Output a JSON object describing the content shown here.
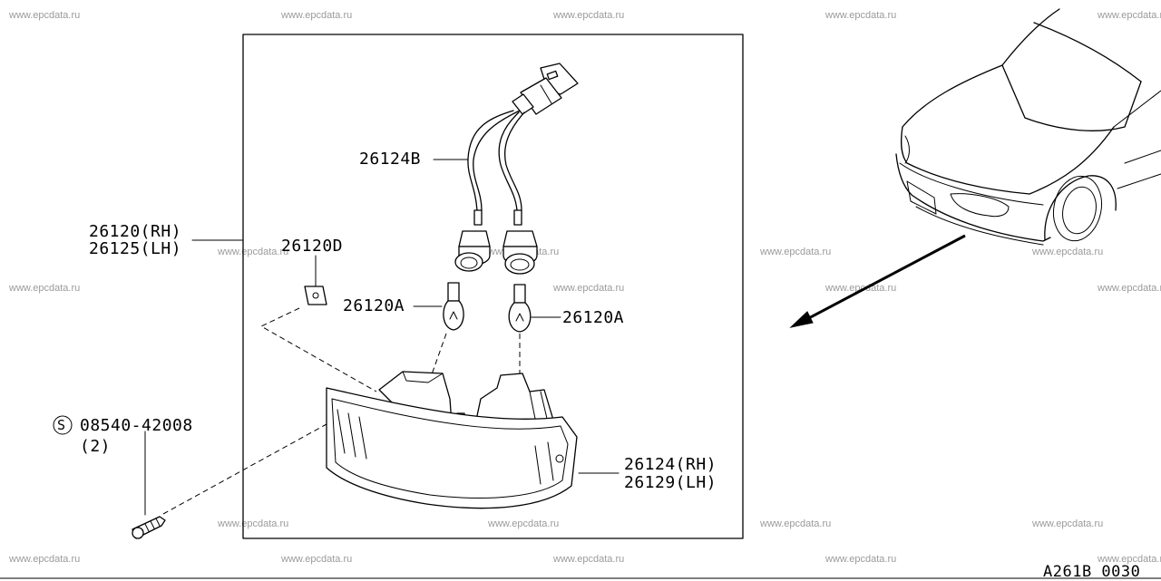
{
  "watermark": "www.epcdata.ru",
  "diagram_code": "A261B 0030",
  "labels": {
    "assembly_rh": "26120(RH)",
    "assembly_lh": "26125(LH)",
    "harness": "26124B",
    "clip": "26120D",
    "bulb_left": "26120A",
    "bulb_right": "26120A",
    "screw_symbol": "S",
    "screw_part": "08540-42008",
    "screw_qty": "(2)",
    "lens_rh": "26124(RH)",
    "lens_lh": "26129(LH)"
  }
}
